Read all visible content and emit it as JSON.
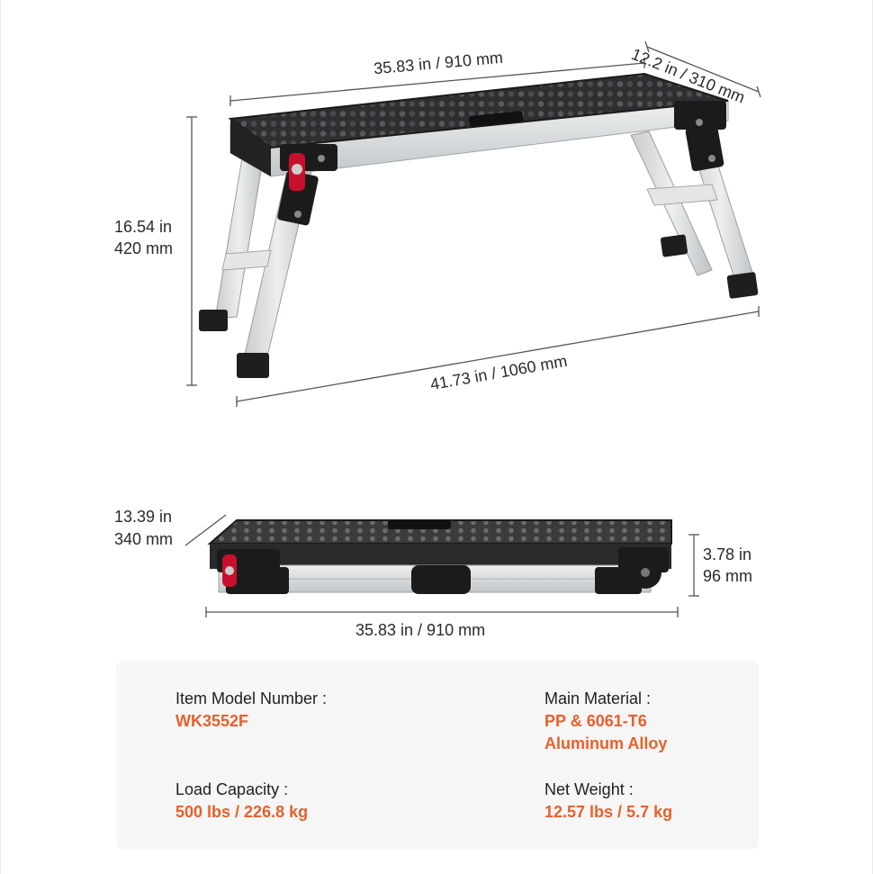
{
  "dimensions": {
    "top_length": "35.83 in / 910 mm",
    "top_width": "12.2 in / 310 mm",
    "height_in": "16.54 in",
    "height_mm": "420 mm",
    "base_length": "41.73 in / 1060 mm",
    "folded_depth_in": "13.39 in",
    "folded_depth_mm": "340 mm",
    "folded_height_in": "3.78 in",
    "folded_height_mm": "96 mm",
    "folded_length": "35.83 in / 910 mm"
  },
  "specs": {
    "model_label": "Item Model Number :",
    "model_value": "WK3552F",
    "material_label": "Main Material :",
    "material_value": "PP & 6061-T6\nAluminum Alloy",
    "capacity_label": "Load Capacity :",
    "capacity_value": "500 lbs / 226.8 kg",
    "weight_label": "Net Weight :",
    "weight_value": "12.57 lbs / 5.7 kg"
  },
  "colors": {
    "accent": "#e8602c",
    "platform": "#2b2b2b",
    "aluminum": "#d6d8da",
    "hinge_red": "#c8102e"
  }
}
